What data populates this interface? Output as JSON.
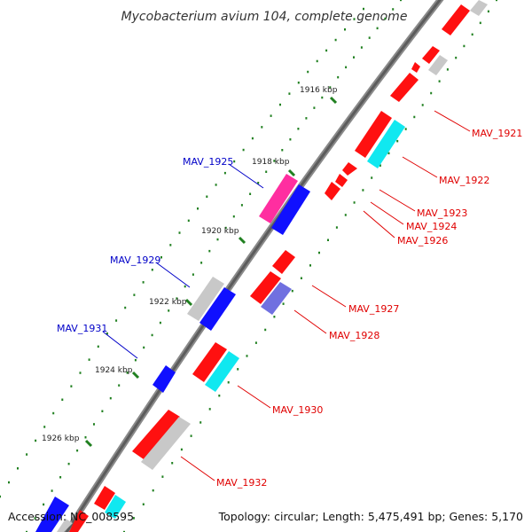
{
  "title": "Mycobacterium avium 104, complete genome",
  "footer": {
    "accession": "Accession: NC_008595",
    "summary": "Topology: circular; Length: 5,475,491 bp; Genes: 5,170"
  },
  "tick_labels": [
    "1916 kbp",
    "1918 kbp",
    "1920 kbp",
    "1922 kbp",
    "1924 kbp",
    "1926 kbp"
  ],
  "gene_labels": [
    {
      "text": "MAV_1921",
      "color": "#e00000"
    },
    {
      "text": "MAV_1922",
      "color": "#e00000"
    },
    {
      "text": "MAV_1923",
      "color": "#e00000"
    },
    {
      "text": "MAV_1924",
      "color": "#e00000"
    },
    {
      "text": "MAV_1926",
      "color": "#e00000"
    },
    {
      "text": "MAV_1927",
      "color": "#e00000"
    },
    {
      "text": "MAV_1928",
      "color": "#e00000"
    },
    {
      "text": "MAV_1930",
      "color": "#e00000"
    },
    {
      "text": "MAV_1932",
      "color": "#e00000"
    },
    {
      "text": "MAV_1925",
      "color": "#0000c8"
    },
    {
      "text": "MAV_1929",
      "color": "#0000c8"
    },
    {
      "text": "MAV_1931",
      "color": "#0000c8"
    }
  ],
  "colors": {
    "cds": "#ff1010",
    "cds_minus": "#1010ff",
    "trna_like": "#ff2ea0",
    "other": "#c8c8c8",
    "cyan": "#10e8f0",
    "purple": "#7070e0",
    "backbone": "#666666",
    "tick": "#208020"
  }
}
